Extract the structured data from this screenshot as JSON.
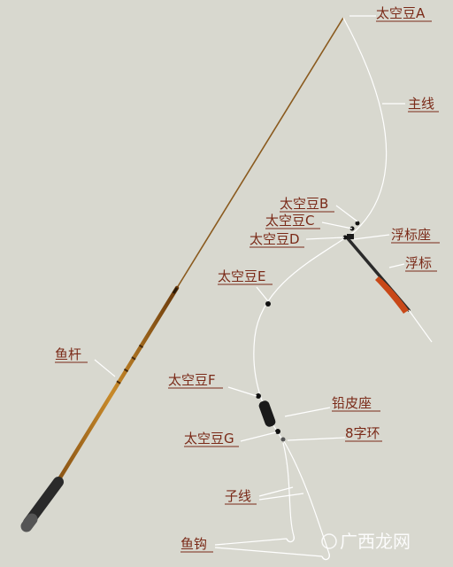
{
  "labels": {
    "bead_a": "太空豆A",
    "main_line": "主线",
    "bead_b": "太空豆B",
    "bead_c": "太空豆C",
    "bead_d": "太空豆D",
    "float_seat": "浮标座",
    "float": "浮标",
    "bead_e": "太空豆E",
    "rod": "鱼杆",
    "bead_f": "太空豆F",
    "sinker_seat": "铅皮座",
    "bead_g": "太空豆G",
    "swivel": "8字环",
    "sub_line": "子线",
    "hooks": "鱼钩"
  },
  "watermark": {
    "text": "广西龙网"
  },
  "colors": {
    "background": "#d8d8cf",
    "label": "#7a2a18",
    "line": "#ffffff",
    "rod_body": "#b06a1a",
    "rod_handle": "#2a2a2a"
  }
}
